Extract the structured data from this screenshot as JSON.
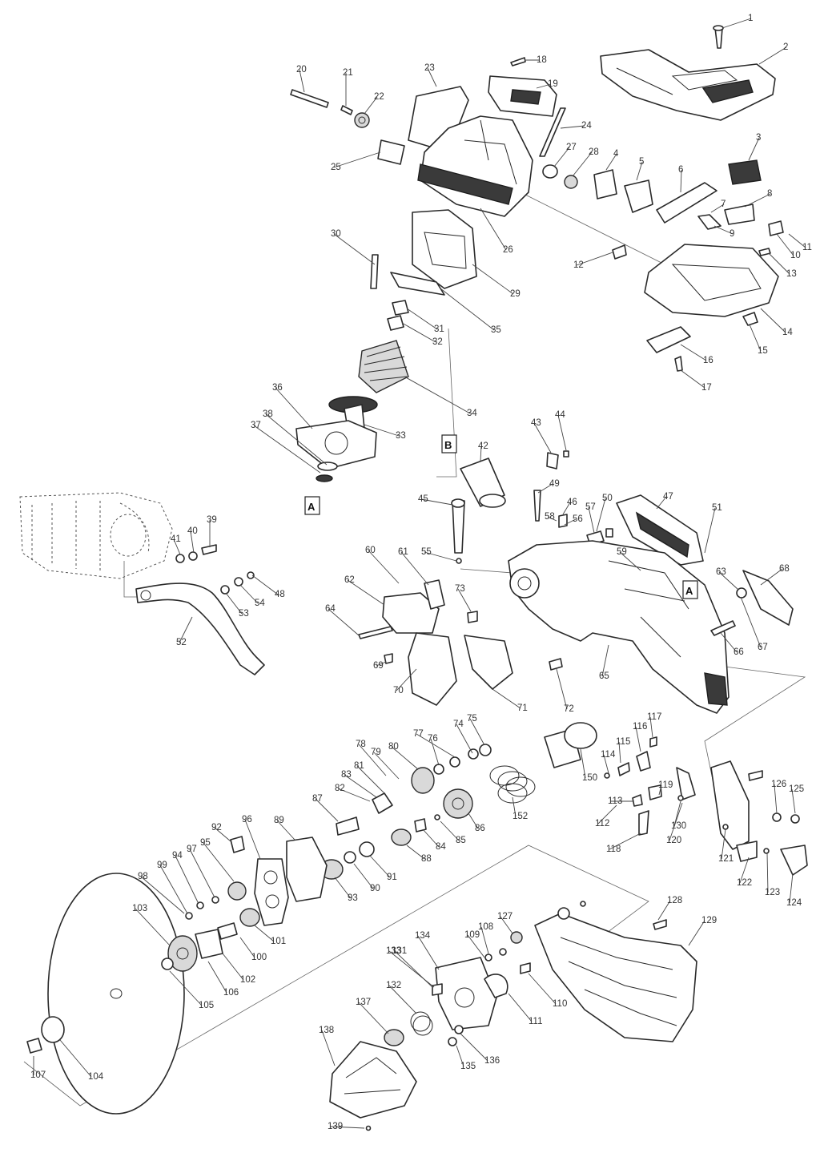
{
  "diagram": {
    "type": "exploded-parts-diagram",
    "reference_tags": [
      "A",
      "B",
      "A"
    ],
    "part_numbers": [
      "1",
      "2",
      "3",
      "4",
      "5",
      "6",
      "7",
      "8",
      "9",
      "10",
      "11",
      "12",
      "13",
      "14",
      "15",
      "16",
      "17",
      "18",
      "19",
      "20",
      "21",
      "22",
      "23",
      "24",
      "25",
      "26",
      "27",
      "28",
      "29",
      "30",
      "31",
      "32",
      "33",
      "34",
      "35",
      "36",
      "37",
      "38",
      "39",
      "40",
      "41",
      "42",
      "43",
      "44",
      "45",
      "46",
      "47",
      "48",
      "49",
      "50",
      "51",
      "52",
      "53",
      "54",
      "55",
      "56",
      "57",
      "58",
      "59",
      "60",
      "61",
      "62",
      "63",
      "64",
      "65",
      "66",
      "67",
      "68",
      "69",
      "70",
      "71",
      "72",
      "73",
      "74",
      "75",
      "76",
      "77",
      "78",
      "79",
      "80",
      "81",
      "82",
      "83",
      "84",
      "85",
      "86",
      "87",
      "88",
      "89",
      "90",
      "91",
      "92",
      "93",
      "94",
      "95",
      "96",
      "97",
      "98",
      "99",
      "100",
      "101",
      "102",
      "103",
      "104",
      "105",
      "106",
      "107",
      "108",
      "109",
      "110",
      "111",
      "112",
      "113",
      "114",
      "115",
      "116",
      "117",
      "118",
      "119",
      "120",
      "121",
      "122",
      "123",
      "124",
      "125",
      "126",
      "127",
      "128",
      "129",
      "130",
      "131",
      "132",
      "133",
      "134",
      "135",
      "136",
      "137",
      "138",
      "139",
      "150",
      "152"
    ]
  }
}
